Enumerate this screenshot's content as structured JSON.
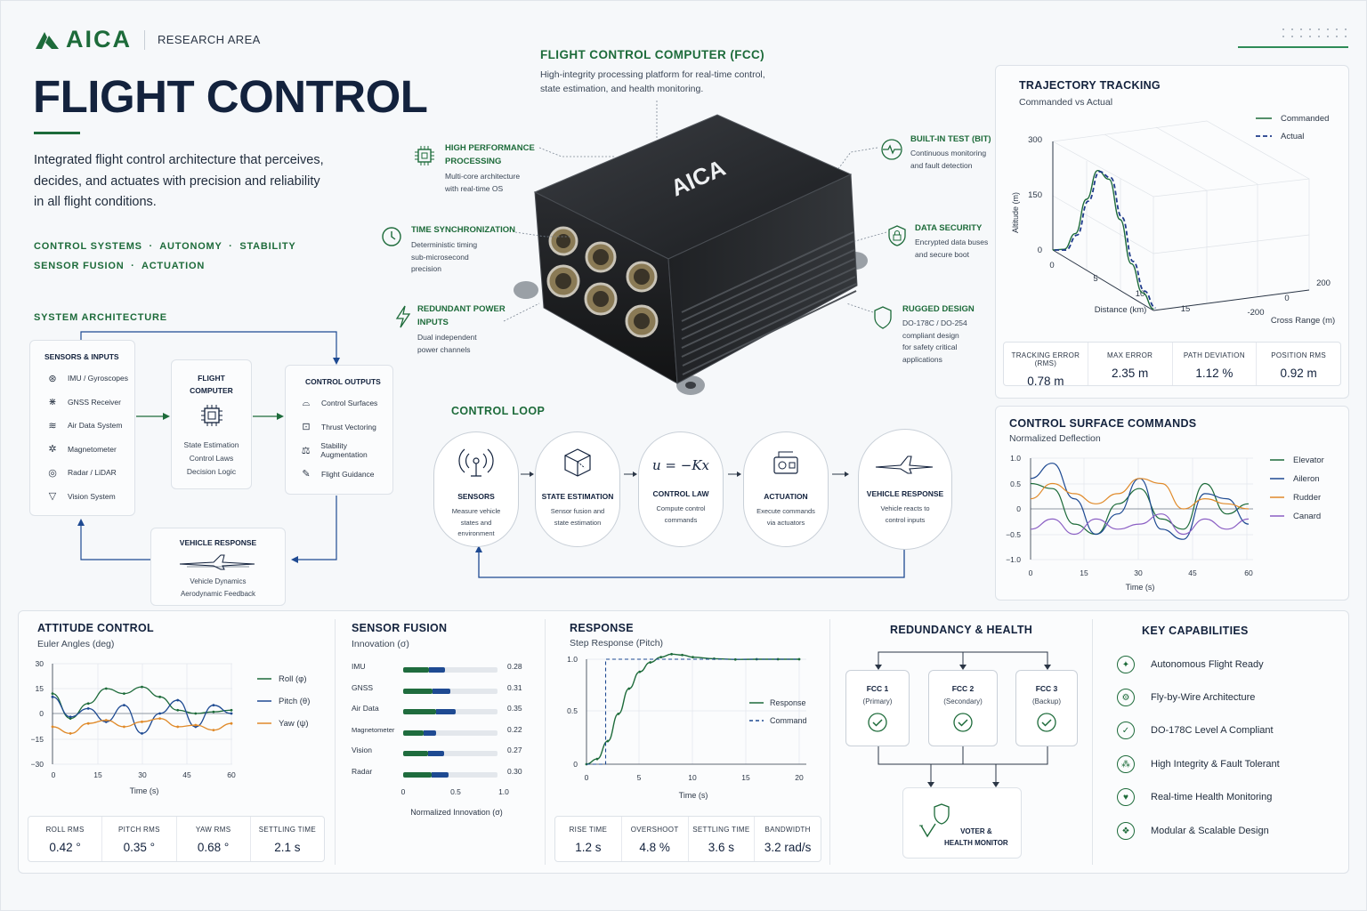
{
  "brand": {
    "name": "AICA",
    "section": "RESEARCH AREA"
  },
  "hero": {
    "title": "FLIGHT CONTROL",
    "description": "Integrated flight control architecture that perceives, decides, and actuates with precision and reliability in all flight conditions.",
    "tags_line1": "CONTROL SYSTEMS  ·  AUTONOMY  ·  STABILITY",
    "tags_line2": "SENSOR FUSION  ·  ACTUATION"
  },
  "fcc": {
    "title": "FLIGHT CONTROL COMPUTER (FCC)",
    "desc1": "High-integrity processing platform for real-time control,",
    "desc2": "state estimation, and health monitoring.",
    "device_label": "AICA"
  },
  "callouts": [
    {
      "title": "HIGH PERFORMANCE",
      "title2": "PROCESSING",
      "d1": "Multi-core architecture",
      "d2": "with real-time OS",
      "d3": "",
      "d4": ""
    },
    {
      "title": "TIME SYNCHRONIZATION",
      "title2": "",
      "d1": "Deterministic timing",
      "d2": "sub-microsecond",
      "d3": "precision",
      "d4": ""
    },
    {
      "title": "REDUNDANT POWER",
      "title2": "INPUTS",
      "d1": "Dual independent",
      "d2": "power channels",
      "d3": "",
      "d4": ""
    },
    {
      "title": "BUILT-IN TEST (BIT)",
      "title2": "",
      "d1": "Continuous monitoring",
      "d2": "and fault detection",
      "d3": "",
      "d4": ""
    },
    {
      "title": "DATA SECURITY",
      "title2": "",
      "d1": "Encrypted data buses",
      "d2": "and secure boot",
      "d3": "",
      "d4": ""
    },
    {
      "title": "RUGGED DESIGN",
      "title2": "",
      "d1": "DO-178C / DO-254",
      "d2": "compliant design",
      "d3": "for safety critical",
      "d4": "applications"
    }
  ],
  "architecture": {
    "title": "SYSTEM ARCHITECTURE",
    "sensors_title": "SENSORS & INPUTS",
    "sensors": [
      "IMU / Gyroscopes",
      "GNSS Receiver",
      "Air Data System",
      "Magnetometer",
      "Radar / LiDAR",
      "Vision System"
    ],
    "fc_title1": "FLIGHT",
    "fc_title2": "COMPUTER",
    "fc_items": [
      "State Estimation",
      "Control Laws",
      "Decision Logic"
    ],
    "outputs_title": "CONTROL OUTPUTS",
    "outputs": [
      "Control Surfaces",
      "Thrust Vectoring",
      "Stability Augmentation",
      "Flight Guidance"
    ],
    "vr_title": "VEHICLE RESPONSE",
    "vr_d1": "Vehicle Dynamics",
    "vr_d2": "Aerodynamic Feedback"
  },
  "loop": {
    "title": "CONTROL LOOP",
    "steps": [
      {
        "t": "SENSORS",
        "d1": "Measure vehicle",
        "d2": "states and",
        "d3": "environment"
      },
      {
        "t": "STATE ESTIMATION",
        "d1": "Sensor fusion and",
        "d2": "state estimation",
        "d3": ""
      },
      {
        "t": "CONTROL LAW",
        "d1": "Compute control",
        "d2": "commands",
        "d3": ""
      },
      {
        "t": "ACTUATION",
        "d1": "Execute commands",
        "d2": "via actuators",
        "d3": ""
      },
      {
        "t": "VEHICLE RESPONSE",
        "d1": "Vehicle reacts to",
        "d2": "control inputs",
        "d3": ""
      }
    ],
    "formula": "u = −Kx"
  },
  "trajectory": {
    "title": "TRAJECTORY TRACKING",
    "subtitle": "Commanded vs Actual",
    "legend": [
      "Commanded",
      "Actual"
    ],
    "ylabel": "Altitude (m)",
    "xlabel": "Distance (km)",
    "zlabel": "Cross Range (m)",
    "yticks": [
      "300",
      "150",
      "0"
    ],
    "xticks": [
      "0",
      "5",
      "10",
      "15"
    ],
    "zticks": [
      "200",
      "0",
      "-200"
    ],
    "metrics": [
      {
        "l": "TRACKING ERROR (RMS)",
        "v": "0.78 m"
      },
      {
        "l": "MAX ERROR",
        "v": "2.35 m"
      },
      {
        "l": "PATH DEVIATION",
        "v": "1.12 %"
      },
      {
        "l": "POSITION RMS",
        "v": "0.92 m"
      }
    ]
  },
  "surface": {
    "title": "CONTROL SURFACE COMMANDS",
    "subtitle": "Normalized Deflection",
    "legend": [
      "Elevator",
      "Aileron",
      "Rudder",
      "Canard"
    ],
    "yticks": [
      "1.0",
      "0.5",
      "0",
      "−0.5",
      "−1.0"
    ],
    "xticks": [
      "0",
      "15",
      "30",
      "45",
      "60"
    ],
    "xlabel": "Time (s)"
  },
  "attitude": {
    "title": "ATTITUDE CONTROL",
    "subtitle": "Euler Angles (deg)",
    "legend": [
      "Roll (φ)",
      "Pitch (θ)",
      "Yaw (ψ)"
    ],
    "yticks": [
      "30",
      "15",
      "0",
      "−15",
      "−30"
    ],
    "xticks": [
      "0",
      "15",
      "30",
      "45",
      "60"
    ],
    "xlabel": "Time (s)",
    "metrics": [
      {
        "l": "ROLL RMS",
        "v": "0.42 °"
      },
      {
        "l": "PITCH RMS",
        "v": "0.35 °"
      },
      {
        "l": "YAW RMS",
        "v": "0.68 °"
      },
      {
        "l": "SETTLING TIME",
        "v": "2.1 s"
      }
    ]
  },
  "fusion": {
    "title": "SENSOR FUSION",
    "subtitle": "Innovation (σ)",
    "rows": [
      {
        "n": "IMU",
        "v": "0.28"
      },
      {
        "n": "GNSS",
        "v": "0.31"
      },
      {
        "n": "Air Data",
        "v": "0.35"
      },
      {
        "n": "Magnetometer",
        "v": "0.22"
      },
      {
        "n": "Vision",
        "v": "0.27"
      },
      {
        "n": "Radar",
        "v": "0.30"
      }
    ],
    "xticks": [
      "0",
      "0.5",
      "1.0"
    ],
    "xlabel": "Normalized Innovation (σ)"
  },
  "response": {
    "title": "RESPONSE",
    "subtitle": "Step Response (Pitch)",
    "legend": [
      "Response",
      "Command"
    ],
    "yticks": [
      "1.0",
      "0.5",
      "0"
    ],
    "xticks": [
      "0",
      "5",
      "10",
      "15",
      "20"
    ],
    "xlabel": "Time (s)",
    "metrics": [
      {
        "l": "RISE TIME",
        "v": "1.2 s"
      },
      {
        "l": "OVERSHOOT",
        "v": "4.8 %"
      },
      {
        "l": "SETTLING TIME",
        "v": "3.6 s"
      },
      {
        "l": "BANDWIDTH",
        "v": "3.2 rad/s"
      }
    ]
  },
  "redundancy": {
    "title": "REDUNDANCY & HEALTH",
    "units": [
      {
        "n": "FCC 1",
        "r": "(Primary)"
      },
      {
        "n": "FCC 2",
        "r": "(Secondary)"
      },
      {
        "n": "FCC 3",
        "r": "(Backup)"
      }
    ],
    "voter1": "VOTER &",
    "voter2": "HEALTH MONITOR"
  },
  "capabilities": {
    "title": "KEY CAPABILITIES",
    "items": [
      "Autonomous Flight Ready",
      "Fly-by-Wire Architecture",
      "DO-178C Level A Compliant",
      "High Integrity & Fault Tolerant",
      "Real-time Health Monitoring",
      "Modular & Scalable Design"
    ]
  },
  "chart_data": [
    {
      "type": "line",
      "title": "TRAJECTORY TRACKING",
      "subtitle": "Commanded vs Actual",
      "xlabel": "Distance (km)",
      "ylabel": "Altitude (m)",
      "x": [
        0,
        2,
        4,
        6,
        8,
        10,
        12,
        14,
        16,
        18
      ],
      "series": [
        {
          "name": "Commanded",
          "values": [
            0,
            20,
            80,
            190,
            285,
            280,
            190,
            90,
            30,
            5
          ]
        },
        {
          "name": "Actual",
          "values": [
            0,
            18,
            76,
            185,
            282,
            284,
            196,
            96,
            35,
            8
          ]
        }
      ],
      "ylim": [
        0,
        300
      ]
    },
    {
      "type": "line",
      "title": "CONTROL SURFACE COMMANDS",
      "subtitle": "Normalized Deflection",
      "xlabel": "Time (s)",
      "x": [
        0,
        6,
        12,
        18,
        24,
        30,
        36,
        42,
        48,
        54,
        60
      ],
      "series": [
        {
          "name": "Elevator",
          "values": [
            0.5,
            0.4,
            -0.3,
            -0.5,
            0.1,
            0.4,
            -0.2,
            -0.4,
            0.5,
            -0.1,
            0.1
          ]
        },
        {
          "name": "Aileron",
          "values": [
            0.6,
            0.9,
            0.2,
            -0.5,
            -0.1,
            0.6,
            -0.4,
            -0.6,
            0.3,
            0.2,
            -0.3
          ]
        },
        {
          "name": "Rudder",
          "values": [
            0.2,
            0.5,
            0.3,
            0.1,
            0.3,
            0.6,
            0.5,
            0.0,
            0.2,
            0.1,
            0.0
          ]
        },
        {
          "name": "Canard",
          "values": [
            -0.4,
            -0.2,
            -0.5,
            -0.2,
            -0.4,
            -0.3,
            -0.1,
            -0.5,
            -0.2,
            -0.4,
            -0.2
          ]
        }
      ],
      "ylim": [
        -1.0,
        1.0
      ]
    },
    {
      "type": "line",
      "title": "ATTITUDE CONTROL",
      "subtitle": "Euler Angles (deg)",
      "xlabel": "Time (s)",
      "x": [
        0,
        6,
        12,
        18,
        24,
        30,
        36,
        42,
        48,
        54,
        60
      ],
      "series": [
        {
          "name": "Roll (φ)",
          "values": [
            12,
            -3,
            6,
            15,
            12,
            16,
            10,
            2,
            0,
            1,
            2
          ]
        },
        {
          "name": "Pitch (θ)",
          "values": [
            10,
            -2,
            3,
            -5,
            5,
            -12,
            0,
            8,
            -8,
            5,
            0
          ]
        },
        {
          "name": "Yaw (ψ)",
          "values": [
            -8,
            -12,
            -6,
            -4,
            -8,
            -5,
            -3,
            -8,
            -7,
            -10,
            -6
          ]
        }
      ],
      "ylim": [
        -30,
        30
      ]
    },
    {
      "type": "bar",
      "title": "SENSOR FUSION",
      "subtitle": "Innovation (σ)",
      "xlabel": "Normalized Innovation (σ)",
      "categories": [
        "IMU",
        "GNSS",
        "Air Data",
        "Magnetometer",
        "Vision",
        "Radar"
      ],
      "values": [
        0.28,
        0.31,
        0.35,
        0.22,
        0.27,
        0.3
      ],
      "xlim": [
        0,
        1.0
      ]
    },
    {
      "type": "line",
      "title": "RESPONSE",
      "subtitle": "Step Response (Pitch)",
      "xlabel": "Time (s)",
      "x": [
        0,
        1,
        2,
        3,
        4,
        5,
        6,
        7,
        8,
        9,
        10,
        12,
        14,
        16,
        18,
        20
      ],
      "series": [
        {
          "name": "Response",
          "values": [
            0,
            0.05,
            0.22,
            0.48,
            0.72,
            0.88,
            0.97,
            1.02,
            1.048,
            1.04,
            1.02,
            1.005,
            0.998,
            1.0,
            1.0,
            1.0
          ]
        },
        {
          "name": "Command",
          "values": [
            0,
            0,
            1,
            1,
            1,
            1,
            1,
            1,
            1,
            1,
            1,
            1,
            1,
            1,
            1,
            1
          ]
        }
      ],
      "ylim": [
        0,
        1.0
      ]
    }
  ],
  "colors": {
    "green": "#1d6b3a",
    "navy": "#13223d",
    "blue": "#1e4a92",
    "orange": "#e08a2a",
    "purple": "#8b5fc4",
    "accent_line": "#2e8b57"
  }
}
